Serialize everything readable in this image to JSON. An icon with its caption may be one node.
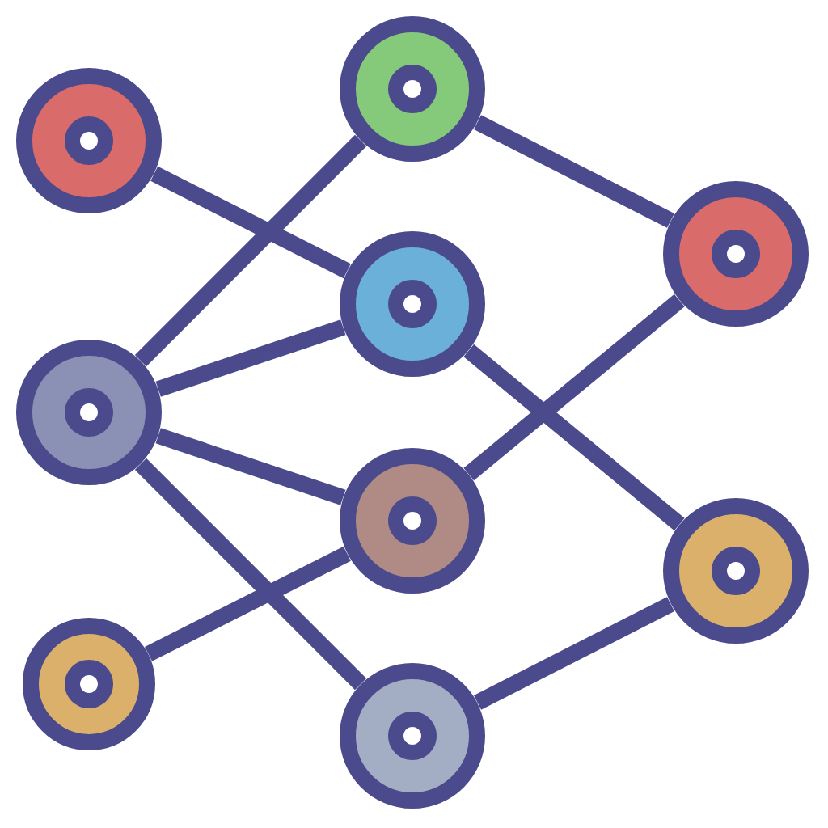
{
  "diagram": {
    "nodes": [
      {
        "text": [],
        "shape": "circle"
      },
      {
        "text": [],
        "shape": "circle"
      },
      {
        "text": [],
        "shape": "circle"
      },
      {
        "text": [],
        "shape": "circle"
      },
      {
        "text": [],
        "shape": "circle"
      },
      {
        "text": [],
        "shape": "circle"
      },
      {
        "text": [],
        "shape": "circle"
      },
      {
        "text": [],
        "shape": "circle"
      },
      {
        "text": [],
        "shape": "circle"
      }
    ],
    "edges": [
      {
        "from": 0,
        "to": 4,
        "arrow": "none"
      },
      {
        "from": 1,
        "to": 3,
        "arrow": "none"
      },
      {
        "from": 1,
        "to": 4,
        "arrow": "none"
      },
      {
        "from": 1,
        "to": 5,
        "arrow": "none"
      },
      {
        "from": 1,
        "to": 6,
        "arrow": "none"
      },
      {
        "from": 2,
        "to": 5,
        "arrow": "none"
      },
      {
        "from": 3,
        "to": 7,
        "arrow": "none"
      },
      {
        "from": 4,
        "to": 8,
        "arrow": "none"
      },
      {
        "from": 5,
        "to": 7,
        "arrow": "none"
      },
      {
        "from": 6,
        "to": 8,
        "arrow": "none"
      }
    ]
  }
}
